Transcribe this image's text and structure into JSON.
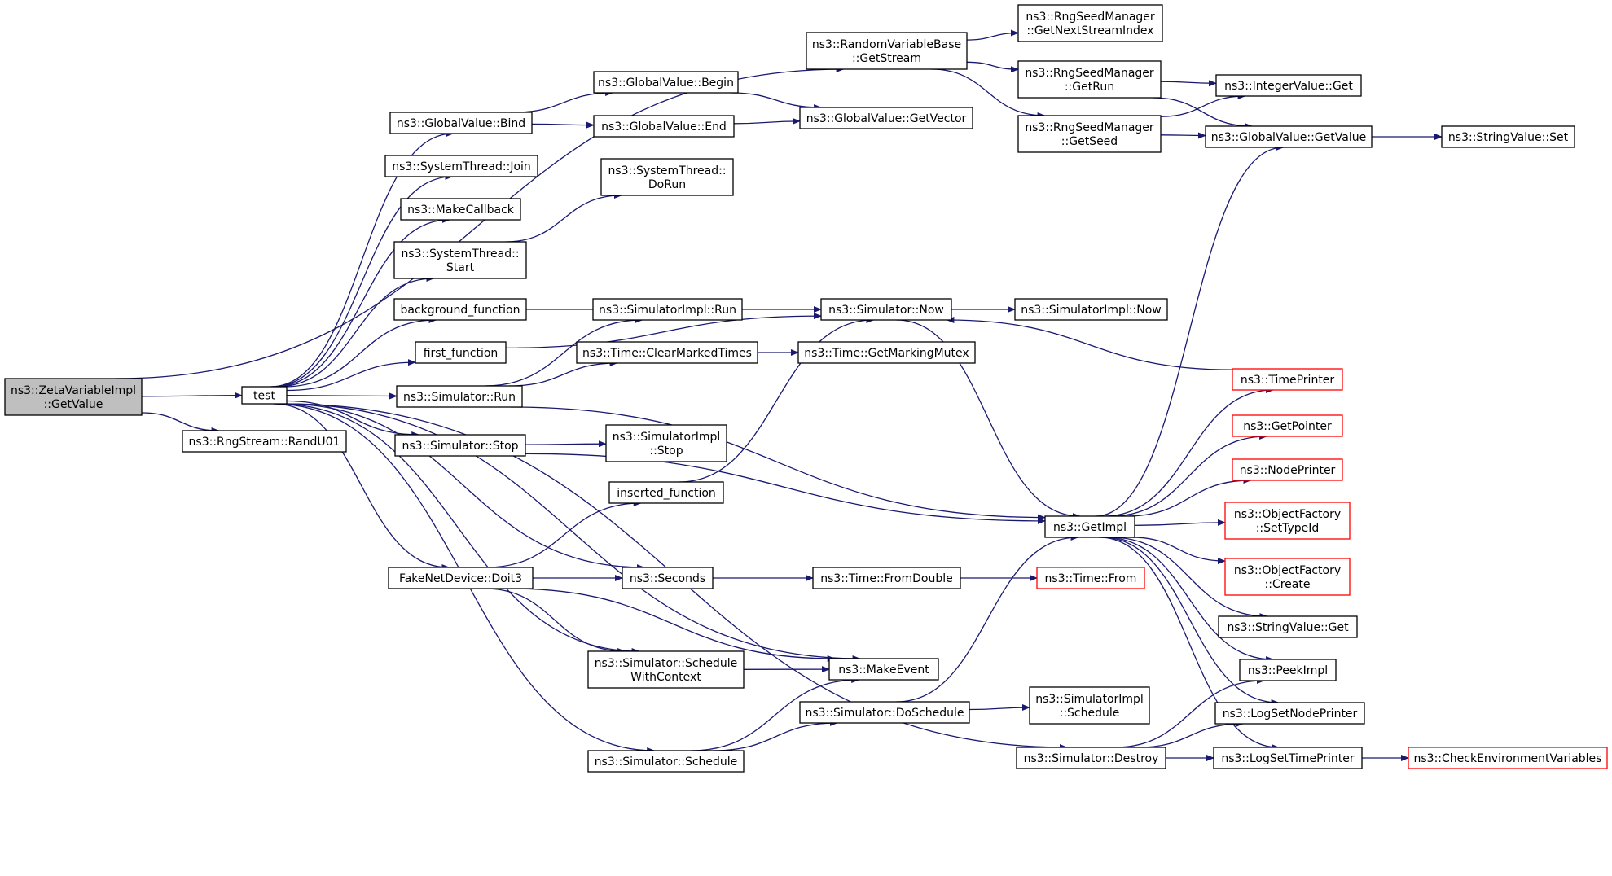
{
  "colors": {
    "edge": "#191970",
    "node_border": "#000000",
    "external_node_border": "#ff0000",
    "root_fill": "#bfbfbf",
    "background": "#ffffff"
  },
  "nodes": {
    "zeta_getvalue": {
      "lines": [
        "ns3::ZetaVariableImpl",
        "::GetValue"
      ]
    },
    "test": {
      "lines": [
        "test"
      ]
    },
    "rngstream_randu01": {
      "lines": [
        "ns3::RngStream::RandU01"
      ]
    },
    "rvb_getstream": {
      "lines": [
        "ns3::RandomVariableBase",
        "::GetStream"
      ]
    },
    "rsm_getnextstreamindex": {
      "lines": [
        "ns3::RngSeedManager",
        "::GetNextStreamIndex"
      ]
    },
    "rsm_getrun": {
      "lines": [
        "ns3::RngSeedManager",
        "::GetRun"
      ]
    },
    "rsm_getseed": {
      "lines": [
        "ns3::RngSeedManager",
        "::GetSeed"
      ]
    },
    "integervalue_get": {
      "lines": [
        "ns3::IntegerValue::Get"
      ]
    },
    "globalvalue_getvalue": {
      "lines": [
        "ns3::GlobalValue::GetValue"
      ]
    },
    "stringvalue_set": {
      "lines": [
        "ns3::StringValue::Set"
      ]
    },
    "globalvalue_bind": {
      "lines": [
        "ns3::GlobalValue::Bind"
      ]
    },
    "globalvalue_begin": {
      "lines": [
        "ns3::GlobalValue::Begin"
      ]
    },
    "globalvalue_end": {
      "lines": [
        "ns3::GlobalValue::End"
      ]
    },
    "globalvalue_getvector": {
      "lines": [
        "ns3::GlobalValue::GetVector"
      ]
    },
    "systemthread_join": {
      "lines": [
        "ns3::SystemThread::Join"
      ]
    },
    "makecallback": {
      "lines": [
        "ns3::MakeCallback"
      ]
    },
    "systemthread_start": {
      "lines": [
        "ns3::SystemThread::",
        "Start"
      ]
    },
    "systemthread_dorun": {
      "lines": [
        "ns3::SystemThread::",
        "DoRun"
      ]
    },
    "background_function": {
      "lines": [
        "background_function"
      ]
    },
    "first_function": {
      "lines": [
        "first_function"
      ]
    },
    "simulator_now": {
      "lines": [
        "ns3::Simulator::Now"
      ]
    },
    "simulatorimpl_now": {
      "lines": [
        "ns3::SimulatorImpl::Now"
      ]
    },
    "simulatorimpl_run": {
      "lines": [
        "ns3::SimulatorImpl::Run"
      ]
    },
    "time_clearmarkedtimes": {
      "lines": [
        "ns3::Time::ClearMarkedTimes"
      ]
    },
    "time_getmarkingmutex": {
      "lines": [
        "ns3::Time::GetMarkingMutex"
      ]
    },
    "simulator_run": {
      "lines": [
        "ns3::Simulator::Run"
      ]
    },
    "simulator_stop": {
      "lines": [
        "ns3::Simulator::Stop"
      ]
    },
    "simulatorimpl_stop": {
      "lines": [
        "ns3::SimulatorImpl",
        "::Stop"
      ]
    },
    "inserted_function": {
      "lines": [
        "inserted_function"
      ]
    },
    "fakenetdevice_doit3": {
      "lines": [
        "FakeNetDevice::Doit3"
      ]
    },
    "seconds": {
      "lines": [
        "ns3::Seconds"
      ]
    },
    "time_fromdouble": {
      "lines": [
        "ns3::Time::FromDouble"
      ]
    },
    "time_from": {
      "lines": [
        "ns3::Time::From"
      ]
    },
    "getimpl": {
      "lines": [
        "ns3::GetImpl"
      ]
    },
    "timeprinter": {
      "lines": [
        "ns3::TimePrinter"
      ]
    },
    "getpointer": {
      "lines": [
        "ns3::GetPointer"
      ]
    },
    "nodeprinter": {
      "lines": [
        "ns3::NodePrinter"
      ]
    },
    "objectfactory_settypeid": {
      "lines": [
        "ns3::ObjectFactory",
        "::SetTypeId"
      ]
    },
    "objectfactory_create": {
      "lines": [
        "ns3::ObjectFactory",
        "::Create"
      ]
    },
    "stringvalue_get": {
      "lines": [
        "ns3::StringValue::Get"
      ]
    },
    "simulator_schedulewithcontext": {
      "lines": [
        "ns3::Simulator::Schedule",
        "WithContext"
      ]
    },
    "makeevent": {
      "lines": [
        "ns3::MakeEvent"
      ]
    },
    "peekimpl": {
      "lines": [
        "ns3::PeekImpl"
      ]
    },
    "simulator_doschedule": {
      "lines": [
        "ns3::Simulator::DoSchedule"
      ]
    },
    "simulatorimpl_schedule": {
      "lines": [
        "ns3::SimulatorImpl",
        "::Schedule"
      ]
    },
    "logsetnodeprinter": {
      "lines": [
        "ns3::LogSetNodePrinter"
      ]
    },
    "simulator_schedule": {
      "lines": [
        "ns3::Simulator::Schedule"
      ]
    },
    "simulator_destroy": {
      "lines": [
        "ns3::Simulator::Destroy"
      ]
    },
    "logsettimeprinter": {
      "lines": [
        "ns3::LogSetTimePrinter"
      ]
    },
    "checkenvironmentvariables": {
      "lines": [
        "ns3::CheckEnvironmentVariables"
      ]
    }
  },
  "edges": [
    [
      "zeta_getvalue",
      "test"
    ],
    [
      "zeta_getvalue",
      "rngstream_randu01"
    ],
    [
      "zeta_getvalue",
      "rvb_getstream"
    ],
    [
      "rvb_getstream",
      "rsm_getnextstreamindex"
    ],
    [
      "rvb_getstream",
      "rsm_getrun"
    ],
    [
      "rvb_getstream",
      "rsm_getseed"
    ],
    [
      "rsm_getrun",
      "integervalue_get"
    ],
    [
      "rsm_getrun",
      "globalvalue_getvalue"
    ],
    [
      "rsm_getseed",
      "integervalue_get"
    ],
    [
      "rsm_getseed",
      "globalvalue_getvalue"
    ],
    [
      "globalvalue_getvalue",
      "stringvalue_set"
    ],
    [
      "test",
      "globalvalue_bind"
    ],
    [
      "test",
      "systemthread_join"
    ],
    [
      "test",
      "makecallback"
    ],
    [
      "test",
      "systemthread_start"
    ],
    [
      "test",
      "background_function"
    ],
    [
      "test",
      "first_function"
    ],
    [
      "test",
      "simulator_run"
    ],
    [
      "test",
      "simulator_stop"
    ],
    [
      "test",
      "fakenetdevice_doit3"
    ],
    [
      "test",
      "seconds"
    ],
    [
      "test",
      "simulator_schedulewithcontext"
    ],
    [
      "test",
      "makeevent"
    ],
    [
      "test",
      "simulator_schedule"
    ],
    [
      "test",
      "simulator_destroy"
    ],
    [
      "globalvalue_bind",
      "globalvalue_begin"
    ],
    [
      "globalvalue_bind",
      "globalvalue_end"
    ],
    [
      "globalvalue_begin",
      "globalvalue_getvector"
    ],
    [
      "globalvalue_end",
      "globalvalue_getvector"
    ],
    [
      "systemthread_start",
      "systemthread_dorun"
    ],
    [
      "background_function",
      "simulator_now"
    ],
    [
      "first_function",
      "simulator_now"
    ],
    [
      "simulator_now",
      "simulatorimpl_now"
    ],
    [
      "simulator_now",
      "getimpl"
    ],
    [
      "simulator_run",
      "simulatorimpl_run"
    ],
    [
      "simulator_run",
      "time_clearmarkedtimes"
    ],
    [
      "simulator_run",
      "getimpl"
    ],
    [
      "time_clearmarkedtimes",
      "time_getmarkingmutex"
    ],
    [
      "simulator_stop",
      "simulatorimpl_stop"
    ],
    [
      "simulator_stop",
      "getimpl"
    ],
    [
      "inserted_function",
      "simulator_now"
    ],
    [
      "fakenetdevice_doit3",
      "inserted_function"
    ],
    [
      "fakenetdevice_doit3",
      "seconds"
    ],
    [
      "fakenetdevice_doit3",
      "simulator_schedulewithcontext"
    ],
    [
      "fakenetdevice_doit3",
      "makeevent"
    ],
    [
      "seconds",
      "time_fromdouble"
    ],
    [
      "time_fromdouble",
      "time_from"
    ],
    [
      "getimpl",
      "globalvalue_getvalue"
    ],
    [
      "getimpl",
      "timeprinter"
    ],
    [
      "getimpl",
      "getpointer"
    ],
    [
      "getimpl",
      "nodeprinter"
    ],
    [
      "getimpl",
      "objectfactory_settypeid"
    ],
    [
      "getimpl",
      "objectfactory_create"
    ],
    [
      "getimpl",
      "stringvalue_get"
    ],
    [
      "getimpl",
      "peekimpl"
    ],
    [
      "getimpl",
      "logsetnodeprinter"
    ],
    [
      "getimpl",
      "logsettimeprinter"
    ],
    [
      "timeprinter",
      "simulator_now"
    ],
    [
      "simulator_schedulewithcontext",
      "makeevent"
    ],
    [
      "simulator_schedule",
      "makeevent"
    ],
    [
      "simulator_schedule",
      "simulator_doschedule"
    ],
    [
      "simulator_doschedule",
      "simulatorimpl_schedule"
    ],
    [
      "simulator_doschedule",
      "getimpl"
    ],
    [
      "simulator_destroy",
      "peekimpl"
    ],
    [
      "simulator_destroy",
      "logsetnodeprinter"
    ],
    [
      "simulator_destroy",
      "logsettimeprinter"
    ],
    [
      "logsettimeprinter",
      "checkenvironmentvariables"
    ]
  ]
}
